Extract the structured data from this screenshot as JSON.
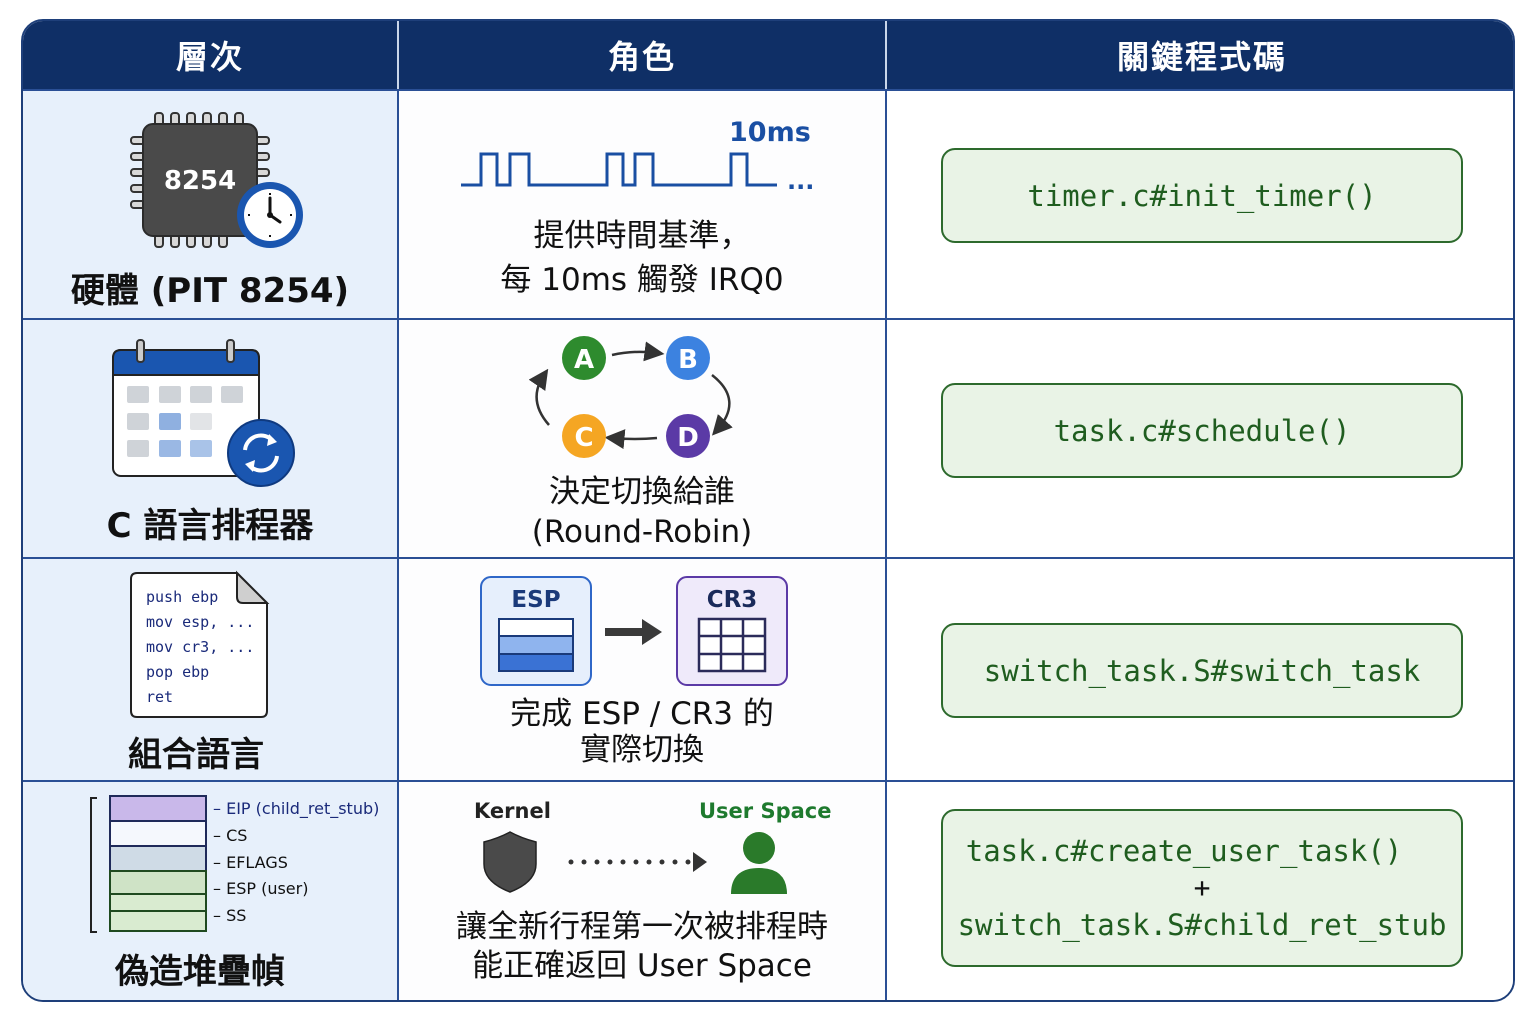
{
  "header": {
    "columns": [
      "層次",
      "角色",
      "關鍵程式碼"
    ]
  },
  "colors": {
    "header_bg": "#0f2f66",
    "border": "#2a4f95",
    "code_text": "#1f5d1f",
    "code_bg": "#e9f3e6",
    "accent_blue": "#1a56b0"
  },
  "rows": [
    {
      "layer": "硬體 (PIT 8254)",
      "icon": "chip-with-clock-icon",
      "chip_label": "8254",
      "role_lines": [
        "提供時間基準，",
        "每 10ms 觸發 IRQ0"
      ],
      "wave_label": "10ms",
      "wave_ellipsis": "...",
      "code": [
        "timer.c#init_timer()"
      ]
    },
    {
      "layer": "C 語言排程器",
      "icon": "calendar-sync-icon",
      "role_lines": [
        "決定切換給誰",
        "(Round-Robin)"
      ],
      "tasks": [
        "A",
        "B",
        "C",
        "D"
      ],
      "task_colors": {
        "A": "#2e8b2e",
        "B": "#3c82e0",
        "C": "#f5a623",
        "D": "#5b3aa6"
      },
      "code": [
        "task.c#schedule()"
      ]
    },
    {
      "layer": "組合語言",
      "icon": "asm-document-icon",
      "asm_lines": [
        "push ebp",
        "mov esp, ...",
        "mov cr3, ...",
        "pop ebp",
        "ret"
      ],
      "role_lines": [
        "完成 ESP / CR3 的",
        "實際切換"
      ],
      "esp_label": "ESP",
      "cr3_label": "CR3",
      "code": [
        "switch_task.S#switch_task"
      ]
    },
    {
      "layer": "偽造堆疊幀",
      "icon": "stack-frame-icon",
      "stack_labels": [
        "– EIP (child_ret_stub)",
        "– CS",
        "– EFLAGS",
        "– ESP (user)",
        "– SS"
      ],
      "kernel_label": "Kernel",
      "user_label": "User Space",
      "role_lines": [
        "讓全新行程第一次被排程時",
        "能正確返回 User Space"
      ],
      "code": [
        "task.c#create_user_task()",
        "switch_task.S#child_ret_stub"
      ],
      "code_joiner": "+"
    }
  ]
}
